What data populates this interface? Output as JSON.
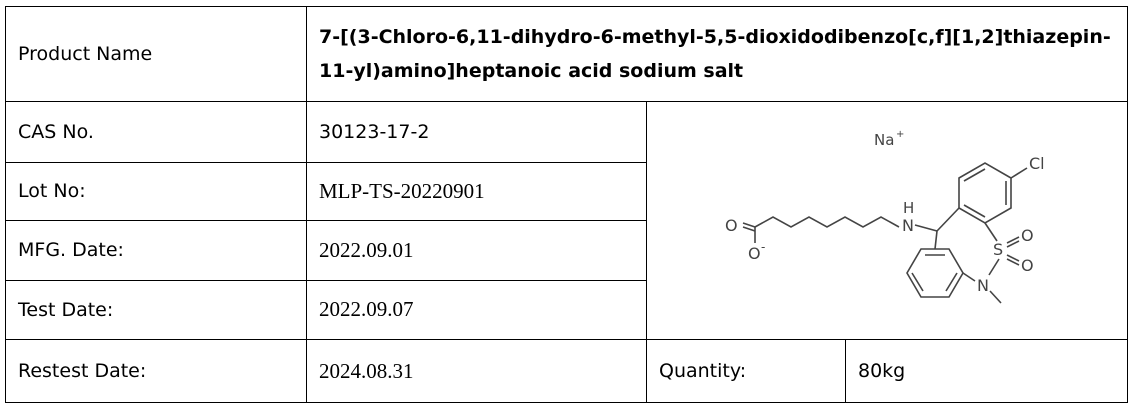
{
  "rows": {
    "product_name": {
      "label": "Product Name",
      "value": "7-[(3-Chloro-6,11-dihydro-6-methyl-5,5-dioxidodibenzo[c,f][1,2]thiazepin-11-yl)amino]heptanoic acid sodium salt"
    },
    "cas": {
      "label": "CAS No.",
      "value": "30123-17-2"
    },
    "lot": {
      "label": "Lot No:",
      "value": "MLP-TS-20220901"
    },
    "mfg": {
      "label": "MFG. Date:",
      "value": "2022.09.01"
    },
    "test": {
      "label": "Test Date:",
      "value": "2022.09.07"
    },
    "restest": {
      "label": "Restest Date:",
      "value": "2024.08.31"
    },
    "quantity": {
      "label": "Quantity:",
      "value": "80kg"
    }
  },
  "structure": {
    "counterion": "Na",
    "counterion_charge": "+",
    "chloro": "Cl",
    "amine_n": "N",
    "amine_h": "H",
    "sulfur": "S",
    "oxo1": "O",
    "oxo2": "O",
    "ring_n": "N",
    "carbonyl_o": "O",
    "carboxylate_o": "O",
    "carboxylate_charge": "-"
  }
}
